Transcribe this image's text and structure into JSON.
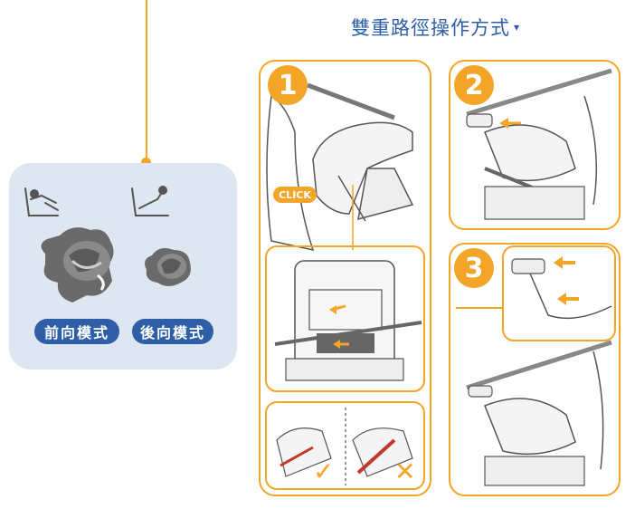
{
  "header": {
    "title": "雙重路徑操作方式",
    "title_arrow": "▾"
  },
  "modes": {
    "forward_label": "前向模式",
    "rear_label": "後向模式"
  },
  "steps": [
    {
      "number": "1",
      "callout": "CLICK"
    },
    {
      "number": "2"
    },
    {
      "number": "3"
    }
  ],
  "check": {
    "ok": "✓",
    "ng": "✕"
  },
  "colors": {
    "accent": "#f2a526",
    "brand_blue": "#2e5fa6",
    "card_bg": "#dde6f1",
    "line_art": "#555555",
    "error_red": "#c0392b"
  }
}
